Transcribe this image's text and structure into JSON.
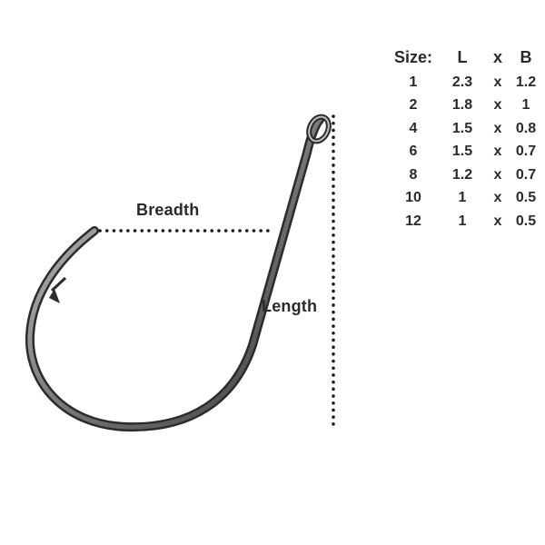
{
  "labels": {
    "breadth": "Breadth",
    "length": "Length"
  },
  "size_table": {
    "headers": {
      "size": "Size:",
      "l": "L",
      "x": "x",
      "b": "B"
    },
    "rows": [
      {
        "size": "1",
        "l": "2.3",
        "x": "x",
        "b": "1.2"
      },
      {
        "size": "2",
        "l": "1.8",
        "x": "x",
        "b": "1"
      },
      {
        "size": "4",
        "l": "1.5",
        "x": "x",
        "b": "0.8"
      },
      {
        "size": "6",
        "l": "1.5",
        "x": "x",
        "b": "0.7"
      },
      {
        "size": "8",
        "l": "1.2",
        "x": "x",
        "b": "0.7"
      },
      {
        "size": "10",
        "l": "1",
        "x": "x",
        "b": "0.5"
      },
      {
        "size": "12",
        "l": "1",
        "x": "x",
        "b": "0.5"
      }
    ]
  },
  "colors": {
    "hook_metal_dark": "#2b2b2b",
    "hook_metal_light": "#bdbdbd",
    "text": "#2a2a2a",
    "dots": "#1a1a1a"
  }
}
